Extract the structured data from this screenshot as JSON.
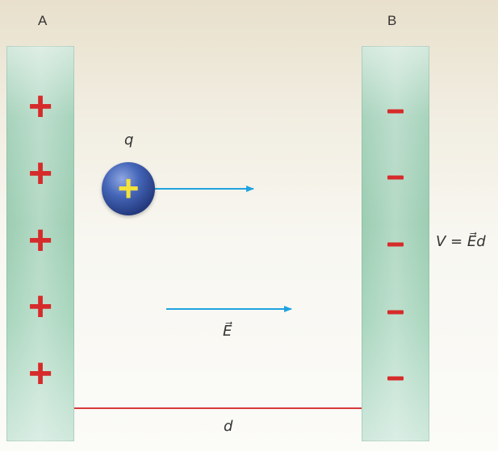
{
  "plates": {
    "a": {
      "label": "A",
      "charge_symbol": "+",
      "charge_count": 5
    },
    "b": {
      "label": "B",
      "charge_symbol": "-",
      "charge_count": 5
    }
  },
  "particle": {
    "label": "q",
    "symbol": "+"
  },
  "field": {
    "label": "E⃗"
  },
  "distance": {
    "label": "d"
  },
  "formula": {
    "text": "V = E⃗d"
  },
  "colors": {
    "plate": "#a7d3bc",
    "charge": "#d62b2b",
    "arrow": "#1fa3e0",
    "particle": "#2d4590",
    "particle_symbol": "#f3e23a",
    "distance_line": "#d63a3a"
  }
}
